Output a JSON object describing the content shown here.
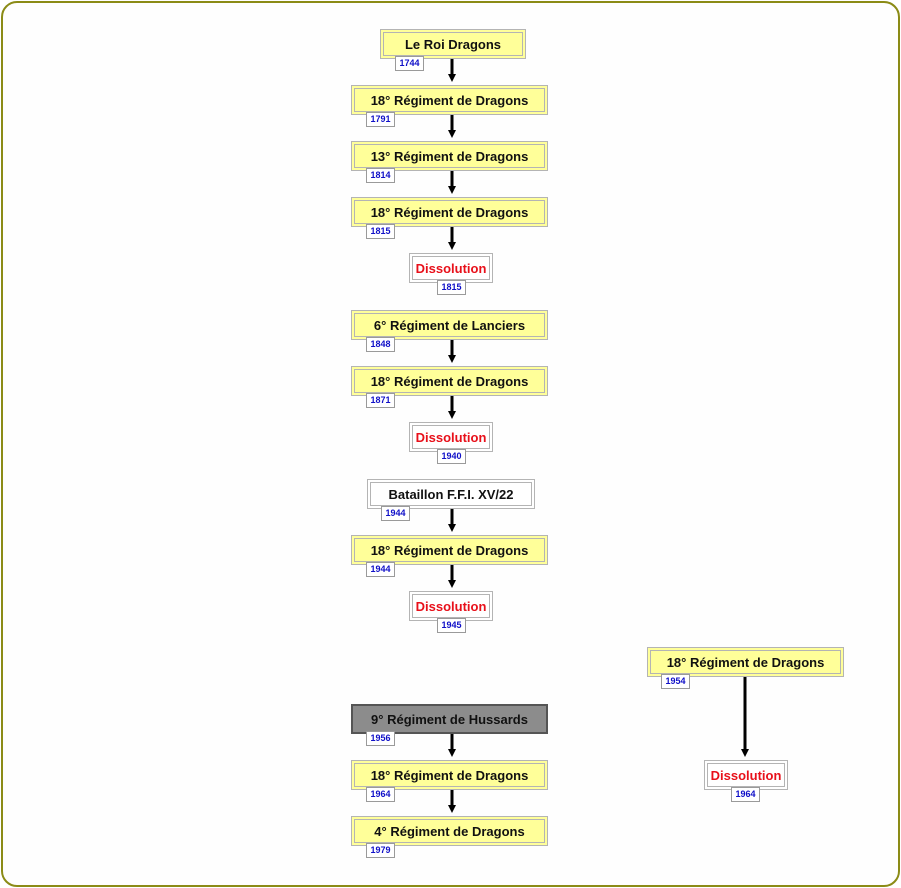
{
  "nodes": [
    {
      "label": "Le Roi Dragons",
      "year": "1744",
      "kind": "yellow"
    },
    {
      "label": "18° Régiment de Dragons",
      "year": "1791",
      "kind": "yellow"
    },
    {
      "label": "13° Régiment de Dragons",
      "year": "1814",
      "kind": "yellow"
    },
    {
      "label": "18° Régiment de Dragons",
      "year": "1815",
      "kind": "yellow"
    },
    {
      "label": "Dissolution",
      "year": "1815",
      "kind": "dissolution"
    },
    {
      "label": "6° Régiment de Lanciers",
      "year": "1848",
      "kind": "yellow"
    },
    {
      "label": "18° Régiment de Dragons",
      "year": "1871",
      "kind": "yellow"
    },
    {
      "label": "Dissolution",
      "year": "1940",
      "kind": "dissolution"
    },
    {
      "label": "Bataillon F.F.I. XV/22",
      "year": "1944",
      "kind": "white"
    },
    {
      "label": "18° Régiment de Dragons",
      "year": "1944",
      "kind": "yellow"
    },
    {
      "label": "Dissolution",
      "year": "1945",
      "kind": "dissolution"
    },
    {
      "label": "18° Régiment de Dragons",
      "year": "1954",
      "kind": "yellow"
    },
    {
      "label": "Dissolution",
      "year": "1964",
      "kind": "dissolution"
    },
    {
      "label": "9° Régiment de Hussards",
      "year": "1956",
      "kind": "gray"
    },
    {
      "label": "18° Régiment de Dragons",
      "year": "1964",
      "kind": "yellow"
    },
    {
      "label": "4° Régiment de Dragons",
      "year": "1979",
      "kind": "yellow"
    }
  ],
  "colors": {
    "frame_border": "#8b8b16",
    "yellow_fill": "#ffff99",
    "gray_fill": "#8c8c8c",
    "dissolution_text": "#e8101a",
    "year_text": "#1010c8",
    "arrow": "#000000"
  }
}
